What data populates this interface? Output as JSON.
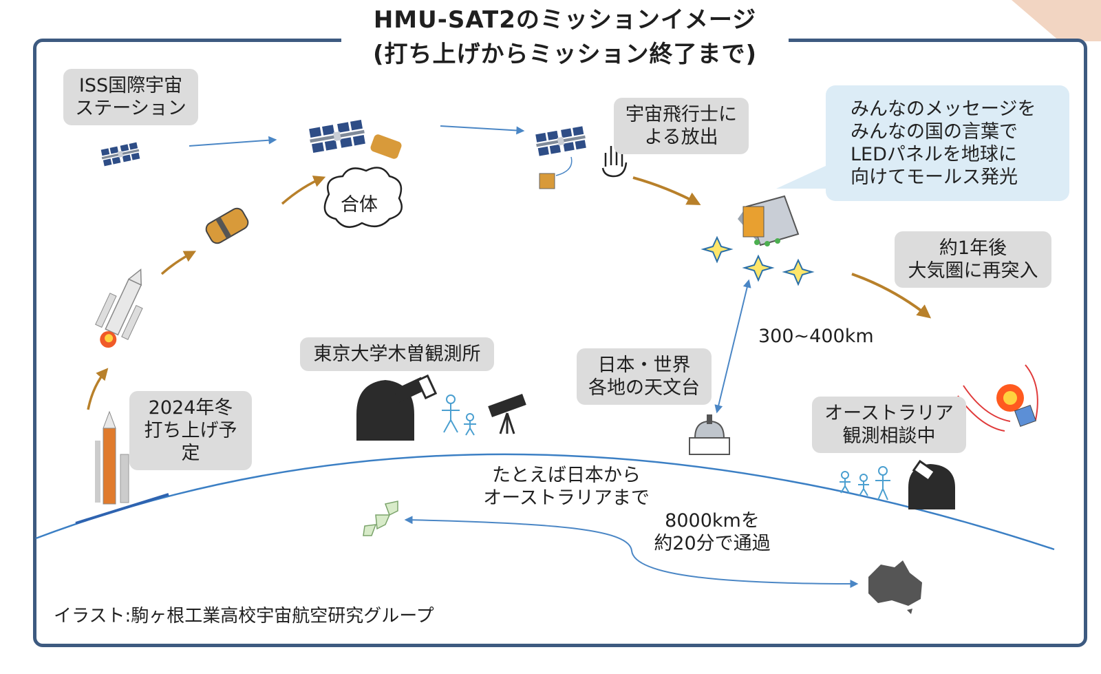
{
  "title": {
    "line1": "HMU-SAT2のミッションイメージ",
    "line2": "(打ち上げからミッション終了まで)"
  },
  "labels": {
    "iss_line1": "ISS国際宇宙",
    "iss_line2": "ステーション",
    "docking": "合体",
    "astronaut_line1": "宇宙飛行士に",
    "astronaut_line2": "よる放出",
    "launch_line1": "2024年冬",
    "launch_line2": "打ち上げ予定",
    "kiso": "東京大学木曽観測所",
    "observatories_line1": "日本・世界",
    "observatories_line2": "各地の天文台",
    "altitude": "300~400km",
    "reentry_line1": "約1年後",
    "reentry_line2": "大気圏に再突入",
    "australia_line1": "オーストラリア",
    "australia_line2": "観測相談中",
    "example_line1": "たとえば日本から",
    "example_line2": "オーストラリアまで",
    "distance_line1": "8000kmを",
    "distance_line2": "約20分で通過"
  },
  "message_bubble": {
    "line1": "みんなのメッセージを",
    "line2": "みんなの国の言葉で",
    "line3": "LEDパネルを地球に",
    "line4": "向けてモールス発光"
  },
  "credit": "イラスト:駒ヶ根工業高校宇宙航空研究グループ",
  "colors": {
    "frame": "#3d5a80",
    "tag_bg": "#dcdcdc",
    "bubble_bg": "#dcecf6",
    "orbit_arrow": "#b8802a",
    "link_arrow": "#4a86c5",
    "earth_line": "#3b7fc4",
    "corner_accent": "#f2d5c2"
  }
}
